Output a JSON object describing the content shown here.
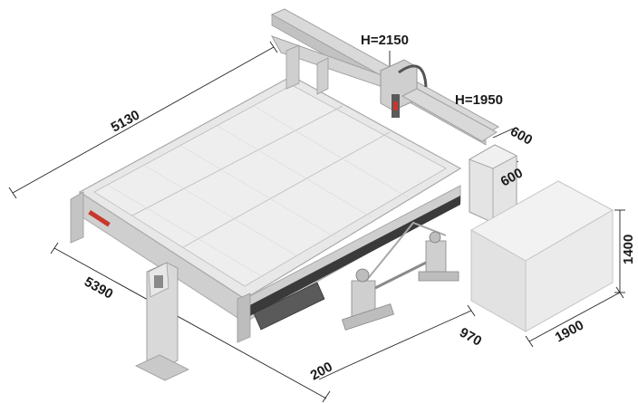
{
  "dimensions": {
    "table_length": "5130",
    "table_width_overall": "5390",
    "gantry_height": "H=2150",
    "rail_height": "H=1950",
    "cabinet_depth": "600",
    "cabinet_width": "600",
    "pump_height": "1400",
    "pump_width": "1900",
    "pump_depth": "970",
    "clearance": "200"
  },
  "colors": {
    "machine_body": "#d9d9d9",
    "machine_edge": "#a9a9a9",
    "table_top": "#e8e8e8",
    "accent_red": "#c8372d",
    "shadow": "#3a3a3a"
  }
}
